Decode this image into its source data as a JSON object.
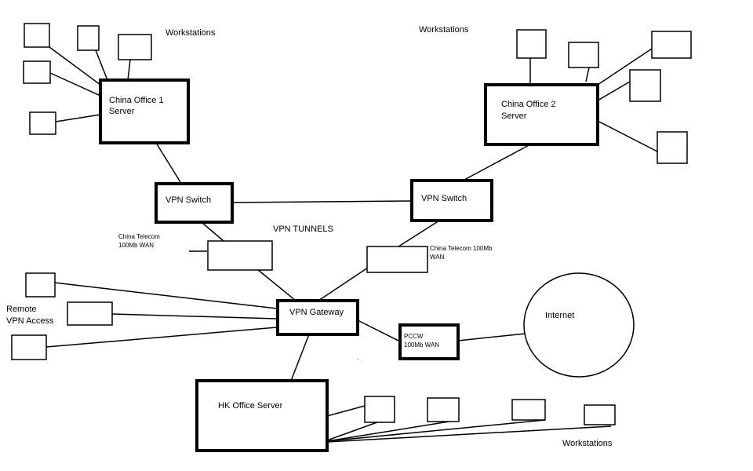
{
  "labels": {
    "workstations_1": "Workstations",
    "workstations_2": "Workstations",
    "workstations_3": "Workstations",
    "china_office_1_line1": "China Office 1",
    "china_office_1_line2": "Server",
    "china_office_2_line1": "China Office 2",
    "china_office_2_line2": "Server",
    "vpn_switch_1": "VPN Switch",
    "vpn_switch_2": "VPN Switch",
    "vpn_tunnels": "VPN TUNNELS",
    "wan_left_line1": "China Telecom",
    "wan_left_line2": "100Mb WAN",
    "wan_right_line1": "China Telecom 100Mb",
    "wan_right_line2": "WAN",
    "remote_line1": "Remote",
    "remote_line2": "VPN Access",
    "vpn_gateway": "VPN Gateway",
    "pccw_line1": "PCCW",
    "pccw_line2": "100Mb WAN",
    "internet": "Internet",
    "hk_office_server": "HK Office Server"
  }
}
